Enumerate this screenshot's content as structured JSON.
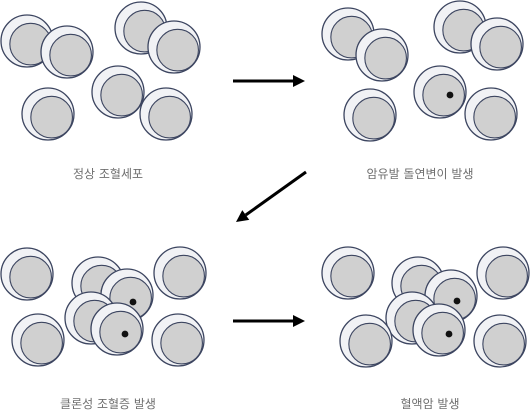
{
  "stages": [
    {
      "id": "normal",
      "label": "정상 조혈세포"
    },
    {
      "id": "mutation",
      "label": "암유발 돌연변이 발생"
    },
    {
      "id": "clonal",
      "label": "클론성 조혈증 발생"
    },
    {
      "id": "cancer",
      "label": "혈액암 발생"
    }
  ],
  "colors": {
    "cell_outer_fill": "#f1f2f5",
    "cell_outer_stroke": "#3c4560",
    "cell_inner_fill": "#d0d0d0",
    "cell_inner_stroke": "#3c4560",
    "mutation_dot": "#111111",
    "cancer_dot": "#e0201b",
    "arrow": "#000000",
    "label_text": "#6f6f6f"
  }
}
